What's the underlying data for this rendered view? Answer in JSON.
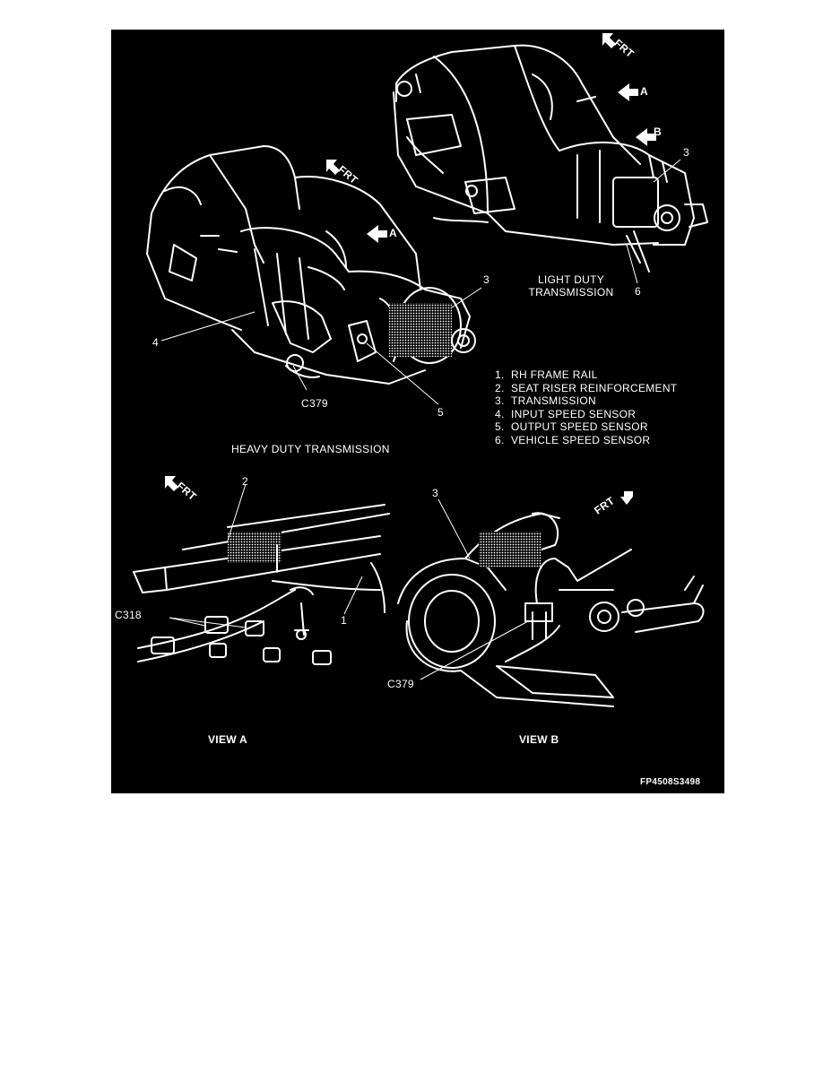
{
  "labels": {
    "frt": "FRT",
    "view_a_arrow": "A",
    "view_b_arrow": "B",
    "light_duty_line1": "LIGHT DUTY",
    "light_duty_line2": "TRANSMISSION",
    "heavy_duty": "HEAVY DUTY TRANSMISSION",
    "callout_1": "1",
    "callout_2": "2",
    "callout_3": "3",
    "callout_4": "4",
    "callout_5": "5",
    "callout_6": "6",
    "c379": "C379",
    "c318": "C318",
    "view_a": "VIEW  A",
    "view_b": "VIEW  B",
    "figure_code": "FP4508S3498"
  },
  "legend": [
    {
      "num": "1.",
      "text": "RH FRAME RAIL"
    },
    {
      "num": "2.",
      "text": "SEAT RISER REINFORCEMENT"
    },
    {
      "num": "3.",
      "text": "TRANSMISSION"
    },
    {
      "num": "4.",
      "text": "INPUT SPEED SENSOR"
    },
    {
      "num": "5.",
      "text": "OUTPUT SPEED SENSOR"
    },
    {
      "num": "6.",
      "text": "VEHICLE SPEED SENSOR"
    }
  ],
  "colors": {
    "background": "#000000",
    "line": "#ffffff",
    "page": "#ffffff"
  }
}
